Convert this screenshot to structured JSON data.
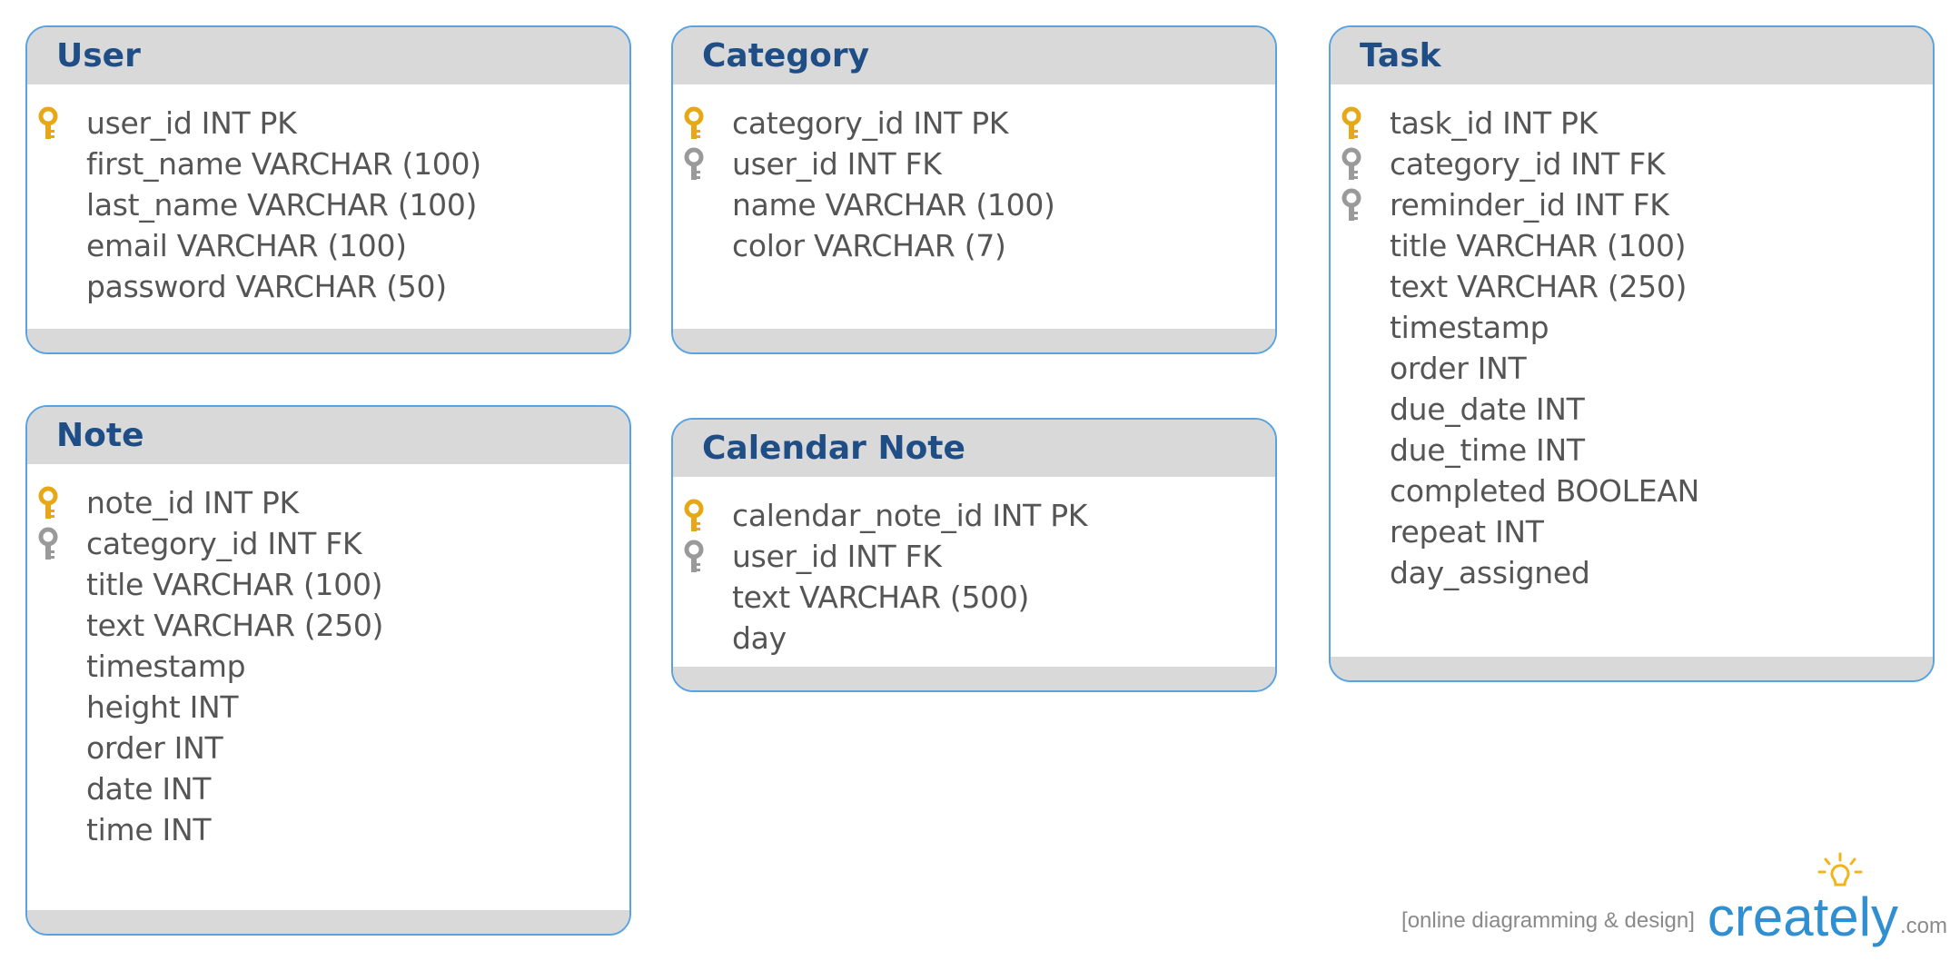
{
  "colors": {
    "header_bg": "#d9d9d9",
    "border": "#5aa3e0",
    "title": "#1f4e86",
    "field_text": "#555555",
    "pk_key": "#e6a817",
    "fk_key": "#9a9a9a"
  },
  "entities": {
    "user": {
      "title": "User",
      "fields": [
        {
          "text": "user_id INT PK",
          "key": "pk"
        },
        {
          "text": "first_name VARCHAR (100)",
          "key": "none"
        },
        {
          "text": "last_name VARCHAR (100)",
          "key": "none"
        },
        {
          "text": "email VARCHAR (100)",
          "key": "none"
        },
        {
          "text": "password VARCHAR (50)",
          "key": "none"
        }
      ]
    },
    "category": {
      "title": "Category",
      "fields": [
        {
          "text": "category_id INT PK",
          "key": "pk"
        },
        {
          "text": "user_id INT FK",
          "key": "fk"
        },
        {
          "text": "name VARCHAR (100)",
          "key": "none"
        },
        {
          "text": "color VARCHAR (7)",
          "key": "none"
        }
      ]
    },
    "task": {
      "title": "Task",
      "fields": [
        {
          "text": "task_id INT PK",
          "key": "pk"
        },
        {
          "text": "category_id INT FK",
          "key": "fk"
        },
        {
          "text": "reminder_id INT FK",
          "key": "fk"
        },
        {
          "text": "title VARCHAR (100)",
          "key": "none"
        },
        {
          "text": "text VARCHAR (250)",
          "key": "none"
        },
        {
          "text": "timestamp",
          "key": "none"
        },
        {
          "text": "order INT",
          "key": "none"
        },
        {
          "text": "due_date INT",
          "key": "none"
        },
        {
          "text": "due_time INT",
          "key": "none"
        },
        {
          "text": "completed BOOLEAN",
          "key": "none"
        },
        {
          "text": "repeat INT",
          "key": "none"
        },
        {
          "text": "day_assigned",
          "key": "none"
        }
      ]
    },
    "note": {
      "title": "Note",
      "fields": [
        {
          "text": "note_id INT PK",
          "key": "pk"
        },
        {
          "text": "category_id INT FK",
          "key": "fk"
        },
        {
          "text": "title VARCHAR (100)",
          "key": "none"
        },
        {
          "text": "text VARCHAR (250)",
          "key": "none"
        },
        {
          "text": "timestamp",
          "key": "none"
        },
        {
          "text": "height INT",
          "key": "none"
        },
        {
          "text": "order INT",
          "key": "none"
        },
        {
          "text": "date INT",
          "key": "none"
        },
        {
          "text": "time INT",
          "key": "none"
        }
      ]
    },
    "calendar_note": {
      "title": "Calendar Note",
      "fields": [
        {
          "text": "calendar_note_id INT PK",
          "key": "pk"
        },
        {
          "text": "user_id INT FK",
          "key": "fk"
        },
        {
          "text": "text VARCHAR (500)",
          "key": "none"
        },
        {
          "text": "day",
          "key": "none"
        }
      ]
    }
  },
  "watermark": {
    "tagline": "[online diagramming & design]",
    "brand": "creately",
    "domain": ".com"
  }
}
